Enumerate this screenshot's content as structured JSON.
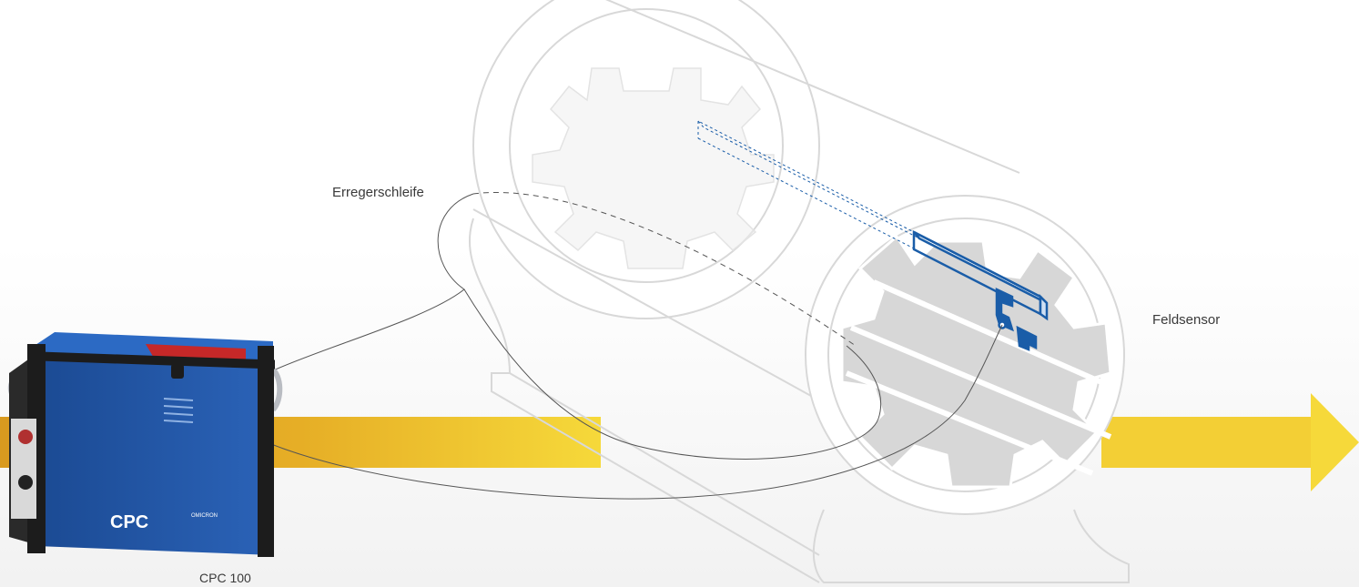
{
  "labels": {
    "excitation_loop": "Erregerschleife",
    "field_sensor": "Feldsensor",
    "device_model": "CPC 100"
  },
  "device": {
    "front_text": "CPC",
    "brand_text": "OMICRON"
  },
  "colors": {
    "arrow_start": "#d99a1f",
    "arrow_end": "#f6d93a",
    "sensor_blue": "#1a5da8",
    "device_blue": "#1e4f9c",
    "outline_gray": "#d8d8d8",
    "rotor_gray": "#e2e2e2",
    "wire": "#555555",
    "background_band": "#f5f5f5"
  }
}
